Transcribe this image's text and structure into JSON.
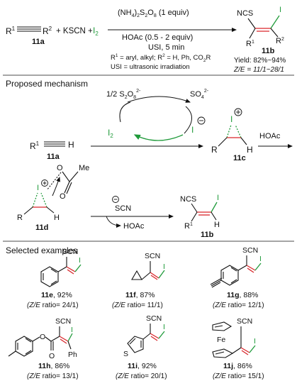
{
  "reaction": {
    "r1": "R",
    "r1_sup": "1",
    "r2": "R",
    "r2_sup": "2",
    "plus1": "+ KSCN +",
    "iodine": "I",
    "iodine_sub": "2",
    "reactant_label": "11a",
    "product_label": "11b",
    "cond_persulfate": "(NH",
    "cond_persulfate_b": "4",
    "cond_persulfate_c": ")",
    "cond_persulfate_d": "2",
    "cond_persulfate_e": "S",
    "cond_persulfate_f": "2",
    "cond_persulfate_g": "O",
    "cond_persulfate_h": "8",
    "cond_persulfate_i": " (1 equiv)",
    "cond_hoac": "HOAc (0.5 - 2 equiv)",
    "cond_usi": "USI, 5 min",
    "note_line1": "R",
    "note_line1_b": " = aryl, alkyl; R",
    "note_line1_c": " = H, Ph, CO",
    "note_line1_d": "R",
    "note_line2": "USI = ultrasonic irradiation",
    "product_ncs": "NCS",
    "product_i": "I",
    "product_r1": "R",
    "product_r2": "R",
    "yield": "Yield: 82%~94%",
    "ze": "Z/E = 11/1~28/1"
  },
  "mechanism": {
    "heading": "Proposed mechanism",
    "persulfate_half": "1/2 S",
    "persulfate_sub1": "2",
    "persulfate_o": "O",
    "persulfate_sub2": "8",
    "persulfate_charge": "2-",
    "sulfate": "SO",
    "sulfate_sub": "4",
    "sulfate_charge": "2-",
    "iodine": "I",
    "iodine_sub": "2",
    "iodide": "I",
    "alkyne_r": "R",
    "alkyne_h": "H",
    "label_11a": "11a",
    "iodonium_r": "R",
    "iodonium_h": "H",
    "iodonium_i": "I",
    "label_11c": "11c",
    "hoac": "HOAc",
    "int_me": "Me",
    "int_o1": "O",
    "int_o2": "O",
    "int_i": "I",
    "int_r": "R",
    "int_h": "H",
    "label_11d": "11d",
    "scn": "SCN",
    "hoac2": "HOAc",
    "prod_ncs": "NCS",
    "prod_i": "I",
    "prod_r": "R",
    "prod_h": "H",
    "label_11b": "11b"
  },
  "examples": {
    "heading": "Selected examples",
    "items": [
      {
        "label": "11e",
        "yield": ", 92%",
        "ratio": "ratio= 24/1)"
      },
      {
        "label": "11f",
        "yield": ", 87%",
        "ratio": "ratio= 11/1)"
      },
      {
        "label": "11g",
        "yield": ", 88%",
        "ratio": "ratio= 12/1)"
      },
      {
        "label": "11h",
        "yield": ", 86%",
        "ratio": "ratio= 13/1)"
      },
      {
        "label": "11i",
        "yield": ", 92%",
        "ratio": "ratio= 20/1)"
      },
      {
        "label": "11j",
        "yield": ", 86%",
        "ratio": "ratio= 15/1)"
      }
    ],
    "ze_prefix": "(Z/E ",
    "scn": "SCN",
    "iodo": "I",
    "ph": "Ph",
    "o": "O",
    "s": "S",
    "fe": "Fe"
  },
  "colors": {
    "green": "#1f9a3a",
    "red": "#d9262b"
  }
}
